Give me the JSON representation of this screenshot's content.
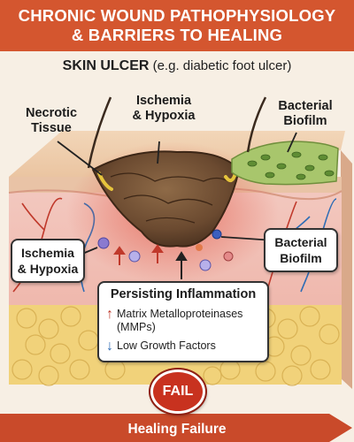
{
  "title": {
    "line1": "CHRONIC WOUND PATHOPHYSIOLOGY",
    "line2": "& BARRIERS TO HEALING"
  },
  "subtitle": {
    "bold": "SKIN ULCER",
    "rest": "(e.g. diabetic foot ulcer)"
  },
  "labels": {
    "necrotic": [
      "Necrotic",
      "Tissue"
    ],
    "ischemia_top": [
      "Ischemia",
      "& Hypoxia"
    ],
    "bacterial_top": [
      "Bacterial",
      "Biofilm"
    ]
  },
  "callouts": {
    "ischemia_left": [
      "Ischemia",
      "& Hypoxia"
    ],
    "bacterial_right": [
      "Bacterial",
      "Biofilm"
    ]
  },
  "inflammation": {
    "title": "Persisting Inflammation",
    "mmp_line1": "Matrix Metalloproteinases",
    "mmp_line2": "(MMPs)",
    "growth": "Low Growth Factors",
    "up_icon": "↑",
    "down_icon": "↓"
  },
  "fail_badge": "FAIL",
  "footer": "Healing Failure",
  "colors": {
    "banner": "#d4562f",
    "footer": "#c94a2a",
    "wound": "#7a5a3a",
    "biofilm": "#a8c66c",
    "fat": "#f1d27a"
  }
}
